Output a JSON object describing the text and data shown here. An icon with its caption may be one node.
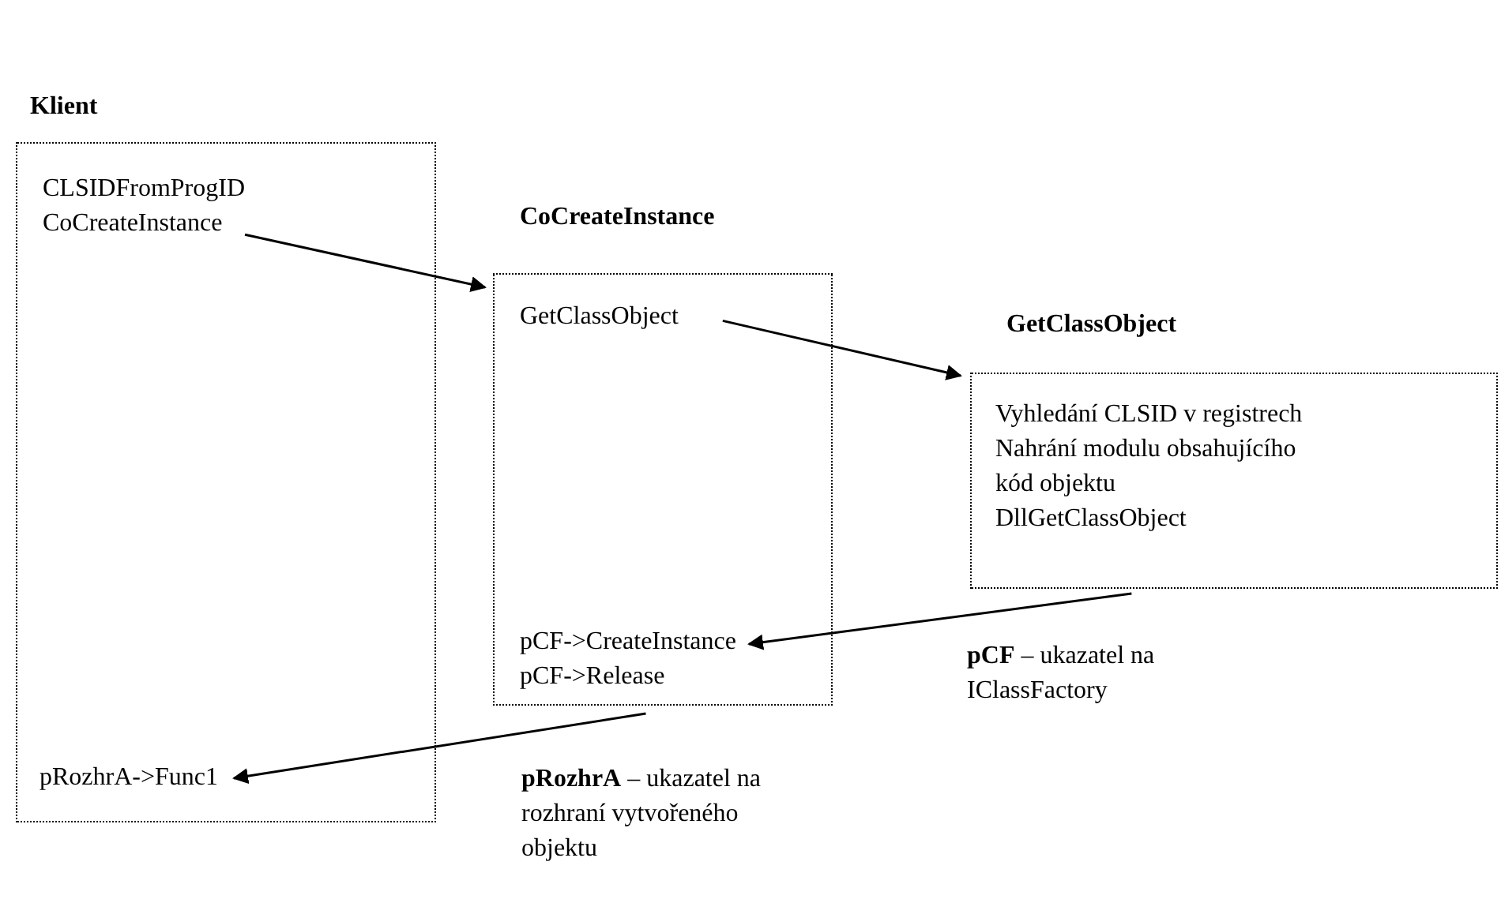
{
  "diagram": {
    "nodes": [
      {
        "text": [
          "Klient"
        ]
      },
      {
        "text": [
          "CLSIDFromProgID",
          "CoCreateInstance"
        ],
        "in": 0
      },
      {
        "text": [
          "pRozhrA->Func1"
        ],
        "in": 0
      },
      {
        "text": [
          "CoCreateInstance"
        ]
      },
      {
        "text": [
          "GetClassObject"
        ],
        "in": 3
      },
      {
        "text": [
          "pCF->CreateInstance",
          "pCF->Release"
        ],
        "in": 3
      },
      {
        "text": [
          "GetClassObject",
          "Vyhledání CLSID v registrech",
          "Nahrání modulu obsahujícího kód objektu",
          "DllGetClassObject"
        ]
      }
    ],
    "edges": [
      {
        "from": 1,
        "to": 3,
        "arrow": "to"
      },
      {
        "from": 4,
        "to": 6,
        "arrow": "to"
      },
      {
        "from": 6,
        "to": 5,
        "arrow": "to",
        "label": "**pCF** – ukazatel na IClassFactory"
      },
      {
        "from": 3,
        "to": 2,
        "arrow": "to",
        "label": "**pRozhrA** – ukazatel na rozhraní vytvořeného objektu"
      }
    ]
  }
}
